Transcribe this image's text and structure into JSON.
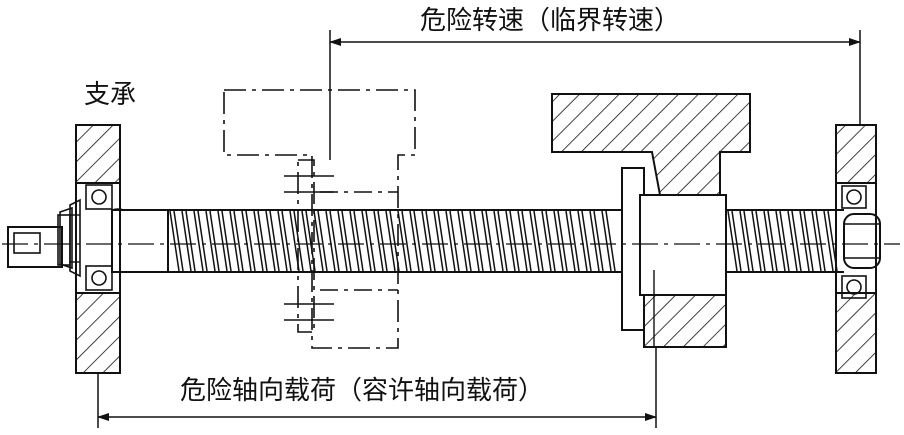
{
  "labels": {
    "critical_speed": "危险转速（临界转速）",
    "support": "支承",
    "critical_axial_load": "危险轴向载荷（容许轴向载荷）"
  },
  "colors": {
    "line": "#111111",
    "background": "#ffffff"
  }
}
